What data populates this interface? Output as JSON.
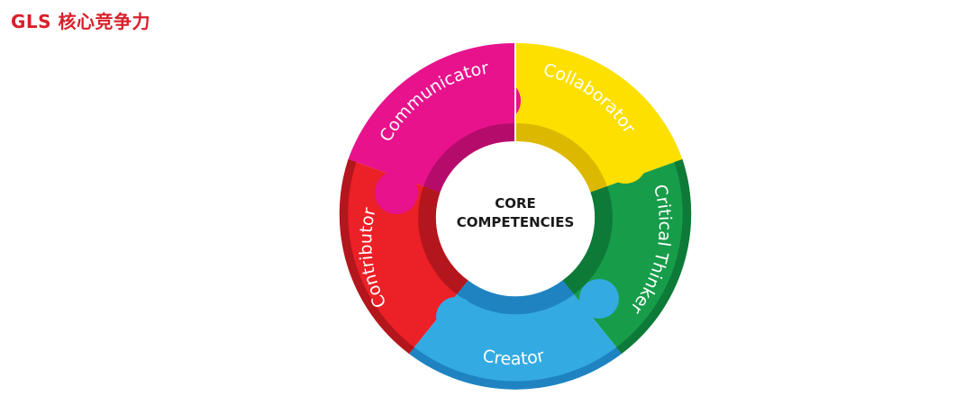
{
  "header": {
    "title": "GLS 核心竞争力"
  },
  "diagram": {
    "core": {
      "line1": "CORE",
      "line2": "COMPETENCIES"
    },
    "segments": [
      {
        "label": "Communicator",
        "color": "#e8128c",
        "shade": "#b50c6c"
      },
      {
        "label": "Collaborator",
        "color": "#fde000",
        "shade": "#dcb800"
      },
      {
        "label": "Critical Thinker",
        "color": "#179c4a",
        "shade": "#0d7a38"
      },
      {
        "label": "Creator",
        "color": "#33aae2",
        "shade": "#1f83c2"
      },
      {
        "label": "Contributor",
        "color": "#ec2027",
        "shade": "#b3161c"
      }
    ]
  }
}
